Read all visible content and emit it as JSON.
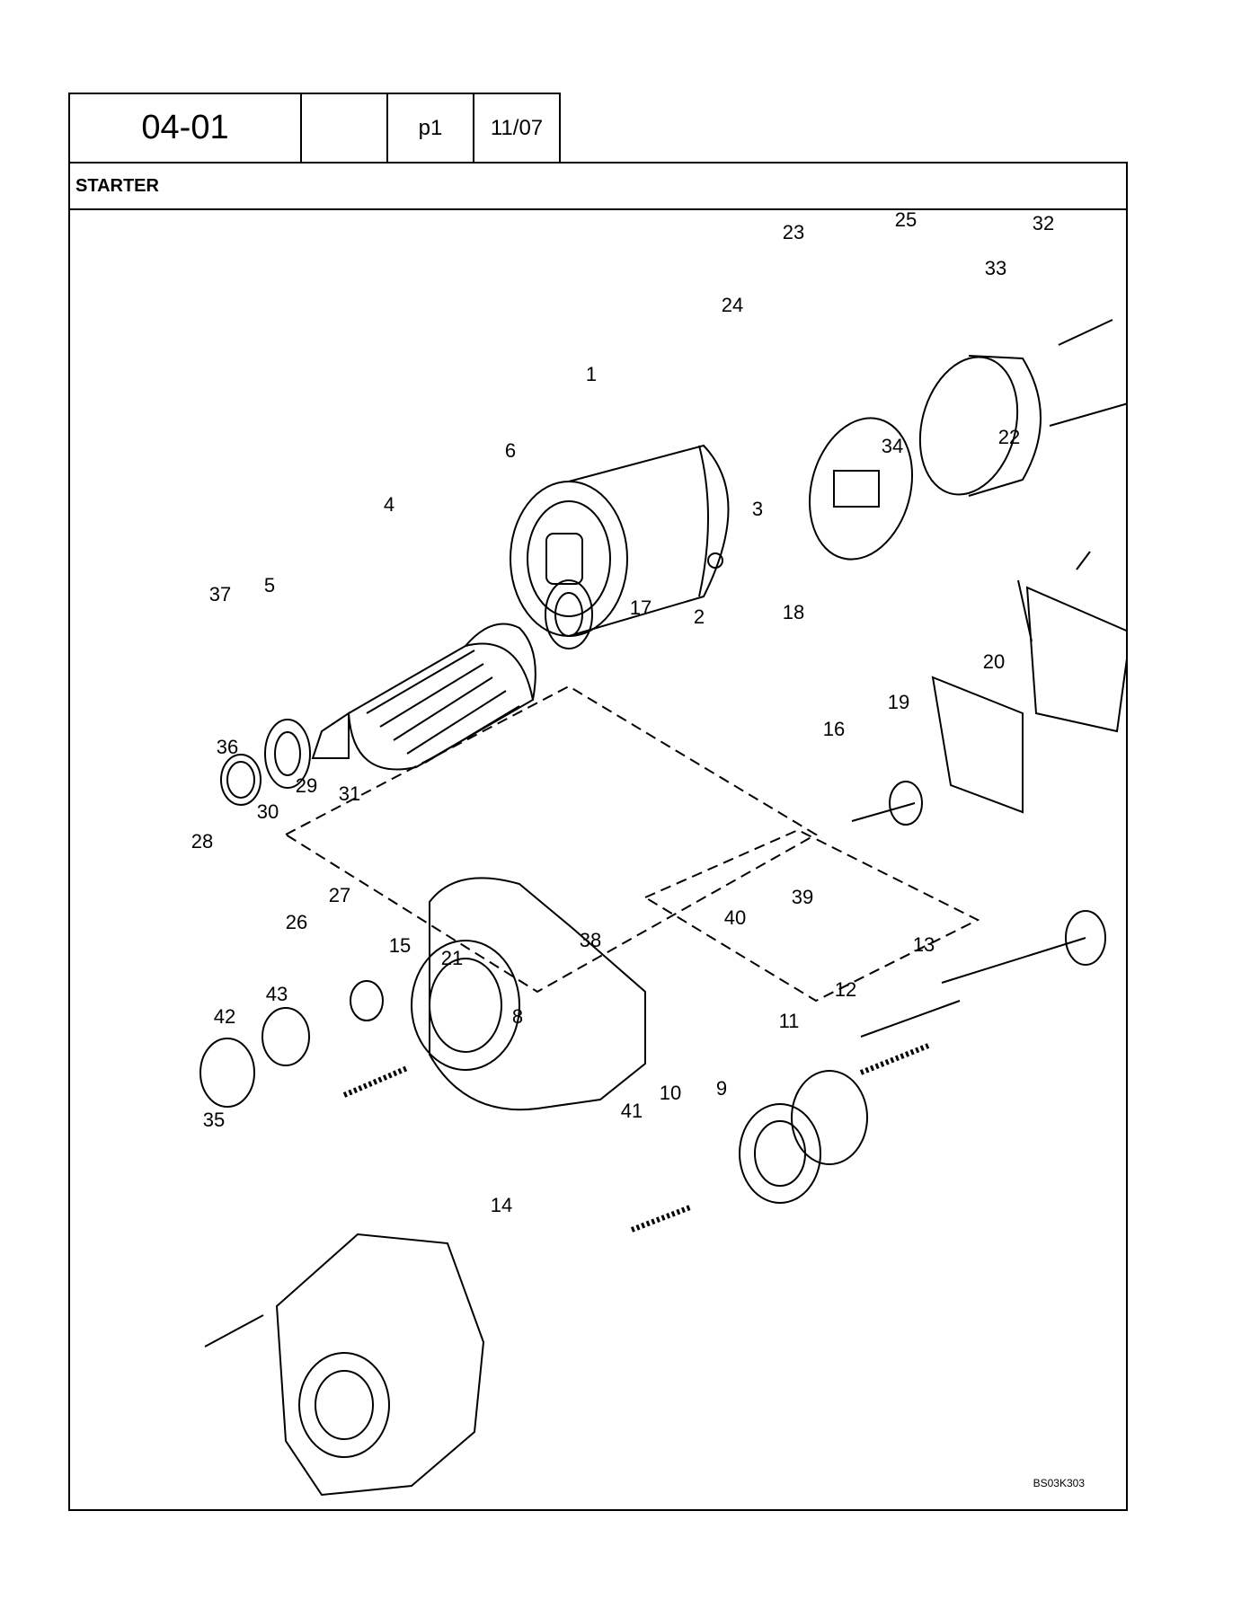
{
  "header": {
    "section": "04-01",
    "blank": "",
    "page": "p1",
    "date": "11/07"
  },
  "title": "STARTER",
  "diagram": {
    "reference_code": "BS03K303",
    "callouts": [
      "1",
      "2",
      "3",
      "4",
      "5",
      "6",
      "8",
      "9",
      "10",
      "11",
      "12",
      "13",
      "14",
      "15",
      "16",
      "17",
      "18",
      "19",
      "20",
      "21",
      "22",
      "23",
      "24",
      "25",
      "26",
      "27",
      "28",
      "29",
      "30",
      "31",
      "32",
      "33",
      "34",
      "35",
      "36",
      "37",
      "38",
      "39",
      "40",
      "41",
      "42",
      "43"
    ]
  }
}
